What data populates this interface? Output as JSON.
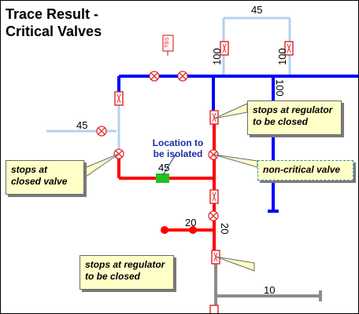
{
  "title_line1": "Trace Result -",
  "title_line2": "Critical Valves",
  "labels": {
    "top_45": "45",
    "v100_a": "100",
    "v100_b": "100",
    "v100_c": "100",
    "left_45": "45",
    "center_45": "45",
    "small_20_h": "20",
    "small_20_v": "20",
    "bottom_10": "10",
    "location_line1": "Location to",
    "location_line2": "be isolated",
    "tbs": "TBS"
  },
  "callouts": {
    "closed_valve": "stops at closed valve",
    "regulator_top": "stops at regulator to be closed",
    "noncritical": "non-critical valve",
    "regulator_bottom": "stops at regulator to be closed"
  },
  "colors": {
    "blue_main": "#0000ff",
    "blue_light": "#b4d2f0",
    "red_trace": "#ff0000",
    "gray_line": "#8c8c8c",
    "valve_red": "#e03030",
    "callout_bg": "#ffffc8",
    "isolated_green": "#20c020"
  },
  "icons": {
    "valve": "valve-icon",
    "regulator": "regulator-icon",
    "isolated": "isolated-location-marker"
  }
}
